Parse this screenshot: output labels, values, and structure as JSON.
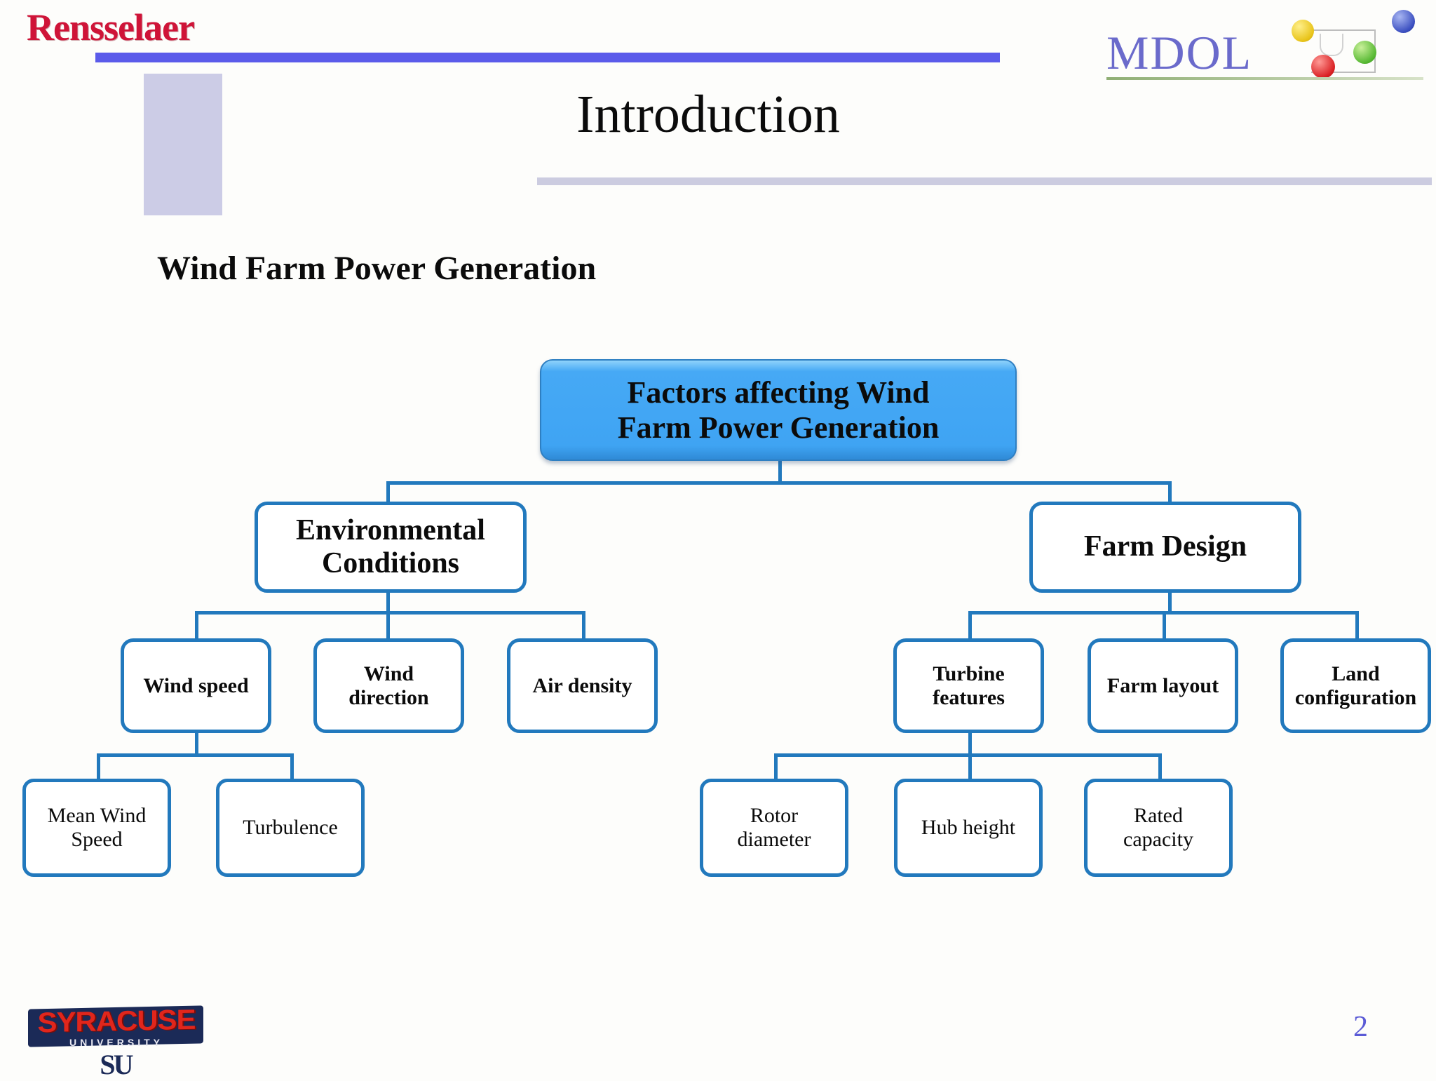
{
  "header": {
    "institution_logo": "Rensselaer",
    "title": "Introduction",
    "lab_logo_text": "MDOL",
    "accent_bar_color": "#5b5bea",
    "title_rule_color": "#ccccE0",
    "lab_logo_dots": [
      "yellow-dot",
      "red-dot",
      "green-dot",
      "blue-dot"
    ]
  },
  "subtitle": "Wind Farm Power Generation",
  "footer": {
    "university_logo": {
      "word": "SYRACUSE",
      "sub": "UNIVERSITY",
      "monogram": "SU"
    },
    "page_number": "2"
  },
  "diagram": {
    "type": "tree",
    "accent_color": "#2279bd",
    "root_fill": "#46a9f5",
    "root": {
      "label": "Factors affecting Wind Farm Power Generation",
      "line1": "Factors affecting Wind",
      "line2": "Farm Power Generation"
    },
    "branches": [
      {
        "label": "Environmental Conditions",
        "line1": "Environmental",
        "line2": "Conditions",
        "children": [
          {
            "label": "Wind speed",
            "line1": "Wind speed",
            "line2": "",
            "children": [
              {
                "label": "Mean Wind Speed",
                "line1": "Mean Wind",
                "line2": "Speed"
              },
              {
                "label": "Turbulence",
                "line1": "Turbulence",
                "line2": ""
              }
            ]
          },
          {
            "label": "Wind direction",
            "line1": "Wind",
            "line2": "direction",
            "children": []
          },
          {
            "label": "Air density",
            "line1": "Air density",
            "line2": "",
            "children": []
          }
        ]
      },
      {
        "label": "Farm Design",
        "line1": "Farm Design",
        "line2": "",
        "children": [
          {
            "label": "Turbine features",
            "line1": "Turbine",
            "line2": "features",
            "children": [
              {
                "label": "Rotor diameter",
                "line1": "Rotor",
                "line2": "diameter"
              },
              {
                "label": "Hub height",
                "line1": "Hub height",
                "line2": ""
              },
              {
                "label": "Rated capacity",
                "line1": "Rated",
                "line2": "capacity"
              }
            ]
          },
          {
            "label": "Farm layout",
            "line1": "Farm layout",
            "line2": "",
            "children": []
          },
          {
            "label": "Land configuration",
            "line1": "Land",
            "line2": "configuration",
            "children": []
          }
        ]
      }
    ]
  }
}
